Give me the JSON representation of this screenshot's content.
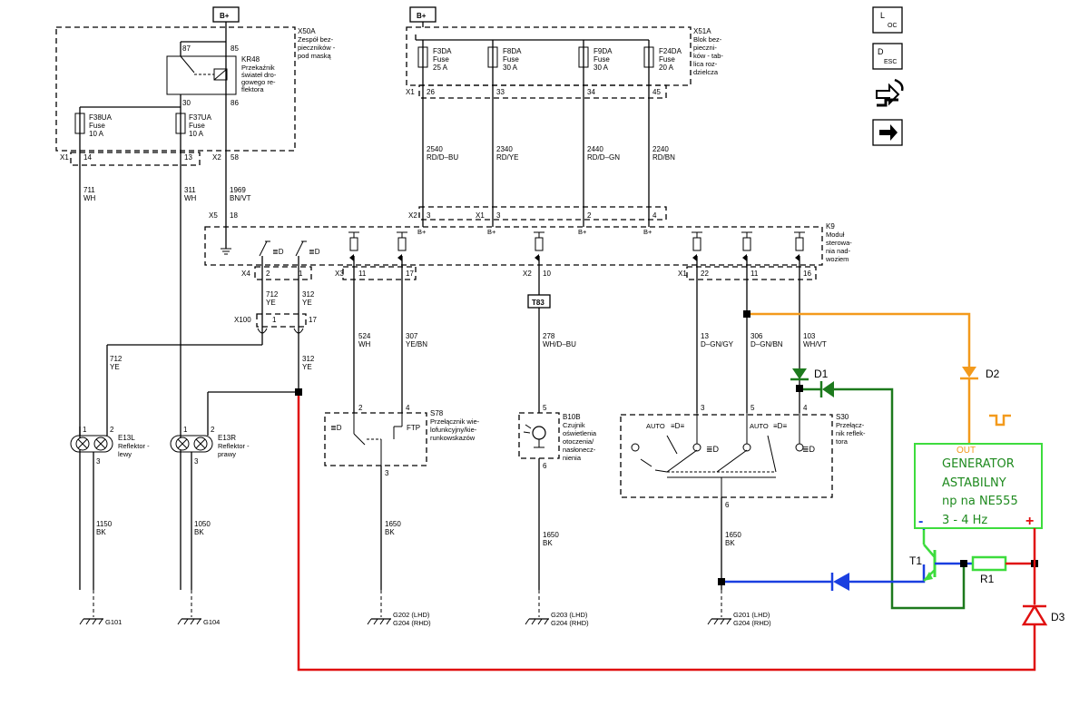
{
  "supply": {
    "bplus_top": "B+",
    "bplus_small": "B+"
  },
  "x50a": {
    "id": "X50A",
    "desc": [
      "Zespół bez-",
      "pieczników -",
      "pod maską"
    ],
    "relay_id": "KR48",
    "relay_desc": [
      "Przekaźnik",
      "świateł dro-",
      "gowego re-",
      "flektora"
    ],
    "pins": {
      "p87": "87",
      "p85": "85",
      "p30": "30",
      "p86": "86"
    },
    "fuse_left": {
      "id": "F38UA",
      "type": "Fuse",
      "rating": "10 A"
    },
    "fuse_right": {
      "id": "F37UA",
      "type": "Fuse",
      "rating": "10 A"
    },
    "conn_x1": "X1",
    "conn_x2": "X2",
    "pin14": "14",
    "pin13": "13",
    "pin58": "58"
  },
  "x51a": {
    "id": "X51A",
    "desc": [
      "Blok bez-",
      "pieczni-",
      "ków - tab-",
      "lica roz-",
      "dzielcza"
    ],
    "fuses": [
      {
        "id": "F3DA",
        "type": "Fuse",
        "rating": "25 A"
      },
      {
        "id": "F8DA",
        "type": "Fuse",
        "rating": "30 A"
      },
      {
        "id": "F9DA",
        "type": "Fuse",
        "rating": "30 A"
      },
      {
        "id": "F24DA",
        "type": "Fuse",
        "rating": "20 A"
      }
    ],
    "conn": "X1",
    "pins": [
      "26",
      "33",
      "34",
      "45"
    ]
  },
  "wires": {
    "w711": {
      "num": "711",
      "color": "WH"
    },
    "w311": {
      "num": "311",
      "color": "WH"
    },
    "w1969": {
      "num": "1969",
      "color": "BN/VT"
    },
    "w2540": {
      "num": "2540",
      "color": "RD/D–BU"
    },
    "w2340": {
      "num": "2340",
      "color": "RD/YE"
    },
    "w2440": {
      "num": "2440",
      "color": "RD/D–GN"
    },
    "w2240": {
      "num": "2240",
      "color": "RD/BN"
    },
    "w712a": {
      "num": "712",
      "color": "YE"
    },
    "w312a": {
      "num": "312",
      "color": "YE"
    },
    "w712b": {
      "num": "712",
      "color": "YE"
    },
    "w312b": {
      "num": "312",
      "color": "YE"
    },
    "w524": {
      "num": "524",
      "color": "WH"
    },
    "w307": {
      "num": "307",
      "color": "YE/BN"
    },
    "w278": {
      "num": "278",
      "color": "WH/D–BU"
    },
    "w13": {
      "num": "13",
      "color": "D–GN/GY"
    },
    "w306": {
      "num": "306",
      "color": "D–GN/BN"
    },
    "w103": {
      "num": "103",
      "color": "WH/VT"
    },
    "w1150": {
      "num": "1150",
      "color": "BK"
    },
    "w1050": {
      "num": "1050",
      "color": "BK"
    },
    "w1650a": {
      "num": "1650",
      "color": "BK"
    },
    "w1650b": {
      "num": "1650",
      "color": "BK"
    },
    "w1650c": {
      "num": "1650",
      "color": "BK"
    }
  },
  "k9": {
    "id": "K9",
    "desc": [
      "Moduł",
      "sterowa-",
      "nia nad-",
      "woziem"
    ],
    "top_pins": [
      {
        "conn": "X5",
        "pin": "18"
      },
      {
        "conn": "X2",
        "pin": "3"
      },
      {
        "conn": "X1",
        "pin": "3"
      },
      {
        "conn": "",
        "pin": "2"
      },
      {
        "conn": "",
        "pin": "4"
      }
    ],
    "bplus": [
      "B+",
      "B+",
      "B+",
      "B+"
    ],
    "bottom_pins": [
      {
        "conn": "X4",
        "pin": "2"
      },
      {
        "conn": "",
        "pin": "1"
      },
      {
        "conn": "X3",
        "pin": "11"
      },
      {
        "conn": "",
        "pin": "17"
      },
      {
        "conn": "X2",
        "pin": "10"
      },
      {
        "conn": "X1",
        "pin": "22"
      },
      {
        "conn": "",
        "pin": "11"
      },
      {
        "conn": "",
        "pin": "16"
      }
    ]
  },
  "x100": {
    "id": "X100",
    "pin1": "1",
    "pin17": "17"
  },
  "t83": "T83",
  "e13l": {
    "id": "E13L",
    "desc": [
      "Reflektor -",
      "lewy"
    ],
    "pin1": "1",
    "pin2": "2",
    "pin3": "3"
  },
  "e13r": {
    "id": "E13R",
    "desc": [
      "Reflektor -",
      "prawy"
    ],
    "pin1": "1",
    "pin2": "2",
    "pin3": "3"
  },
  "s78": {
    "id": "S78",
    "desc": [
      "Przełącznik wie-",
      "lofunkcyjny/kie-",
      "runkowskazów"
    ],
    "pin2": "2",
    "pin4": "4",
    "pin3": "3",
    "ftp": "FTP"
  },
  "b10b": {
    "id": "B10B",
    "desc": [
      "Czujnik",
      "oświetlenia",
      "otoczenia/",
      "nasłonecz-",
      "nienia"
    ],
    "pin5": "5",
    "pin6": "6"
  },
  "s30": {
    "id": "S30",
    "desc": [
      "Przełącz-",
      "nik reflek-",
      "tora"
    ],
    "pin3": "3",
    "pin5": "5",
    "pin4": "4",
    "pin6": "6",
    "auto1": "AUTO",
    "auto2": "AUTO"
  },
  "grounds": [
    {
      "id": "G101",
      "alt": ""
    },
    {
      "id": "G104",
      "alt": ""
    },
    {
      "id": "G202 (LHD)",
      "alt": "G204 (RHD)"
    },
    {
      "id": "G203 (LHD)",
      "alt": "G204 (RHD)"
    },
    {
      "id": "G201 (LHD)",
      "alt": "G204 (RHD)"
    }
  ],
  "generator": {
    "out": "OUT",
    "lines": [
      "GENERATOR",
      "ASTABILNY",
      "np na NE555",
      "3 - 4 Hz"
    ],
    "minus": "-",
    "plus": "+"
  },
  "added_parts": {
    "d1": "D1",
    "d2": "D2",
    "d3": "D3",
    "t1": "T1",
    "r1": "R1"
  },
  "legend": {
    "loc_l": "L",
    "loc_oc": "OC",
    "desc_d": "D",
    "desc_esc": "ESC"
  },
  "colors": {
    "red": "#e01010",
    "blue": "#1a3fe0",
    "green": "#1d7a1d",
    "orange": "#f39a1c",
    "bright_green": "#3ddc3d",
    "generator_text": "#1f8a1f"
  }
}
